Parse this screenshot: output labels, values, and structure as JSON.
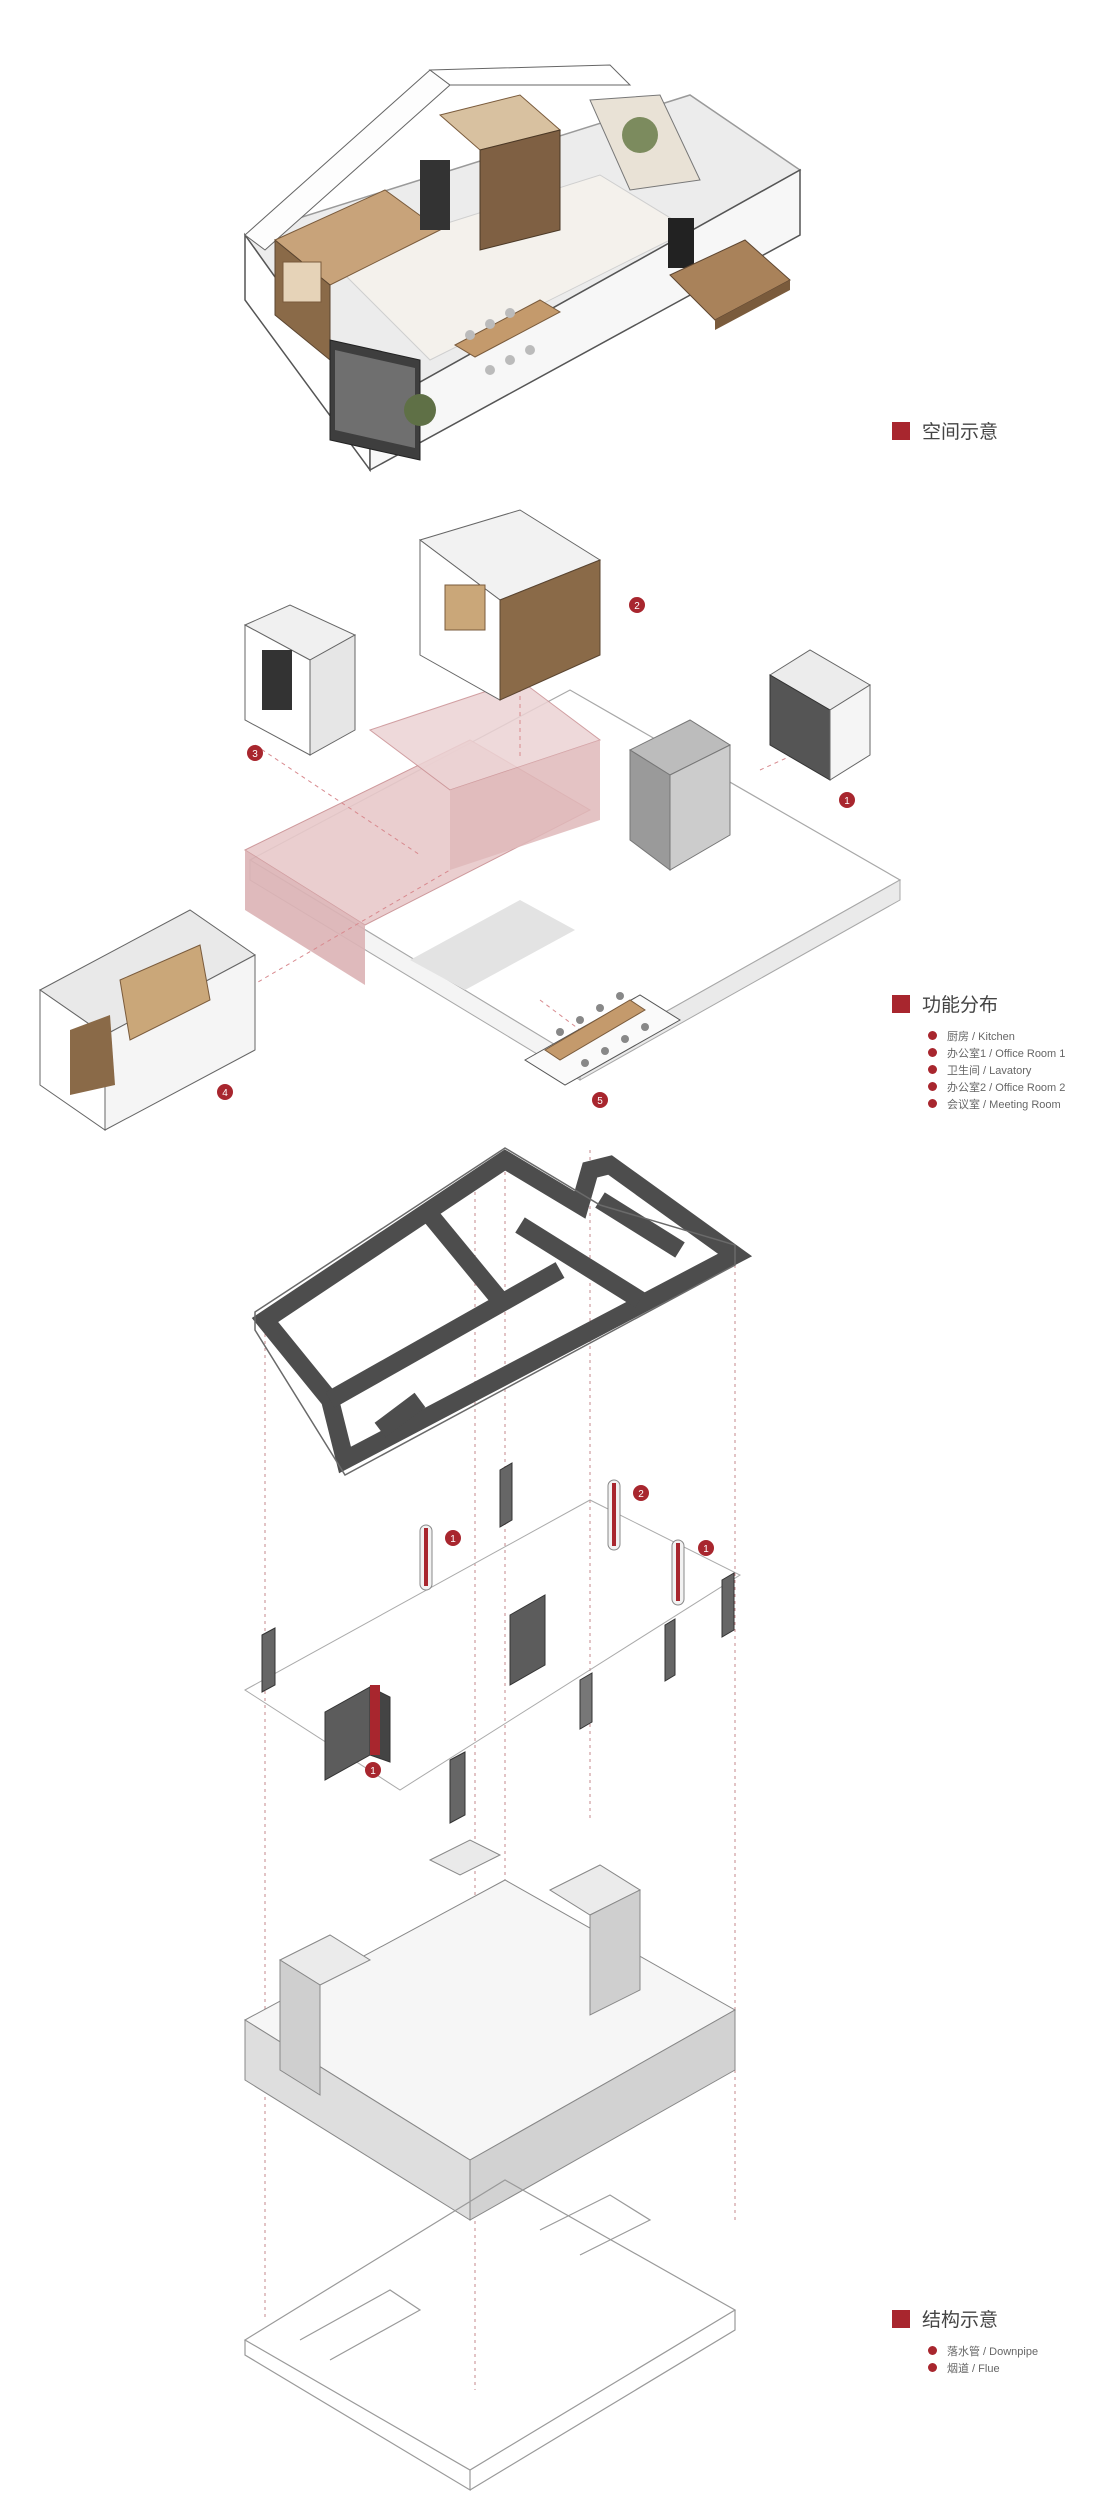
{
  "colors": {
    "accent": "#a8262e",
    "wall": "#f2f2f2",
    "wall_shade": "#d9d9d9",
    "wood": "#8a6a48",
    "frame": "#4d4d4d",
    "pink": "#e3c3c4"
  },
  "legends": [
    {
      "title": "空间示意",
      "items": []
    },
    {
      "title": "功能分布",
      "items": [
        {
          "num": "1",
          "label": "厨房 / Kitchen"
        },
        {
          "num": "2",
          "label": "办公室1 / Office Room 1"
        },
        {
          "num": "3",
          "label": "卫生间 / Lavatory"
        },
        {
          "num": "4",
          "label": "办公室2 / Office Room 2"
        },
        {
          "num": "5",
          "label": "会议室 / Meeting Room"
        }
      ]
    },
    {
      "title": "结构示意",
      "items": [
        {
          "num": "1",
          "label": "落水管 / Downpipe"
        },
        {
          "num": "2",
          "label": "烟道 / Flue"
        }
      ]
    }
  ],
  "markers": {
    "functional": [
      "1",
      "2",
      "3",
      "4",
      "5"
    ],
    "structural": [
      "1",
      "1",
      "1",
      "2"
    ]
  }
}
